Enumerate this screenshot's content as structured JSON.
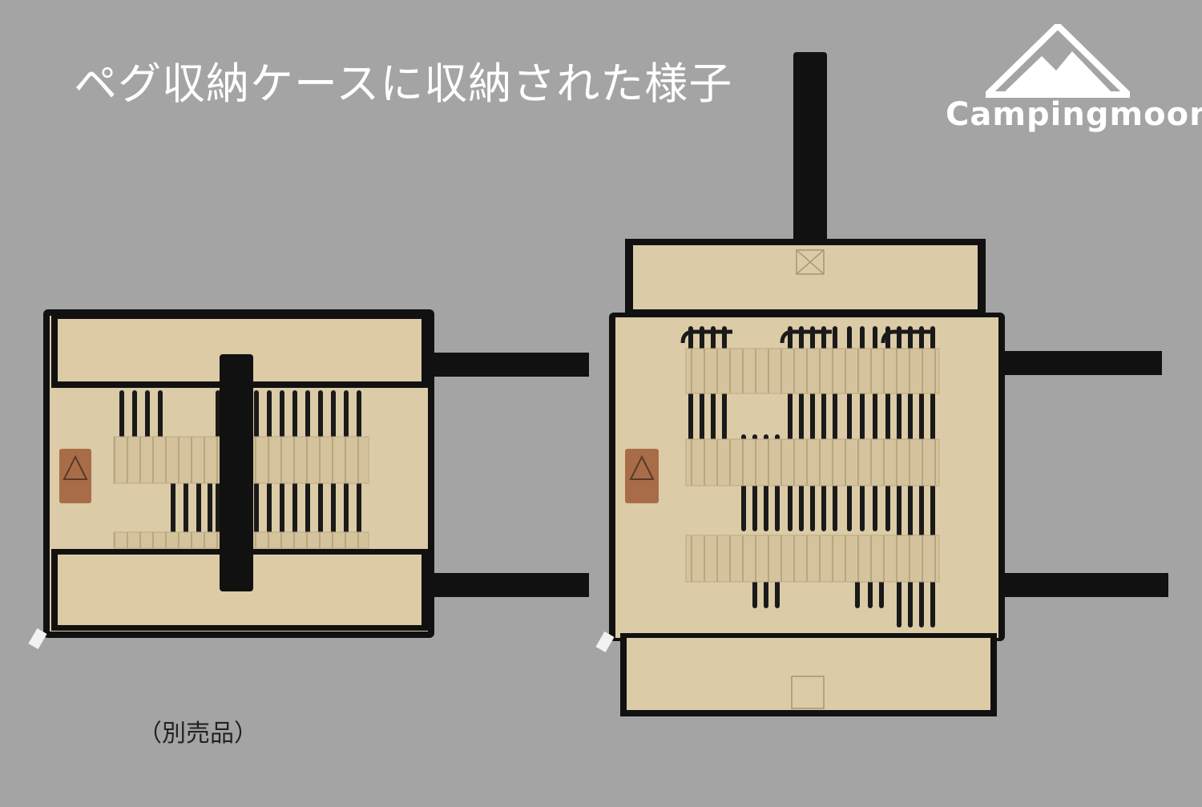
{
  "headline": "ペグ収納ケースに収納された様子",
  "brand": {
    "name": "Campingmoon",
    "logo_icon": "mountain-triangle-icon"
  },
  "caption": "（別売品）",
  "colors": {
    "background": "#a4a4a4",
    "canvas": "#dccba7",
    "binding": "#111111",
    "peg": "#1a1a1a",
    "text": "#ffffff"
  }
}
